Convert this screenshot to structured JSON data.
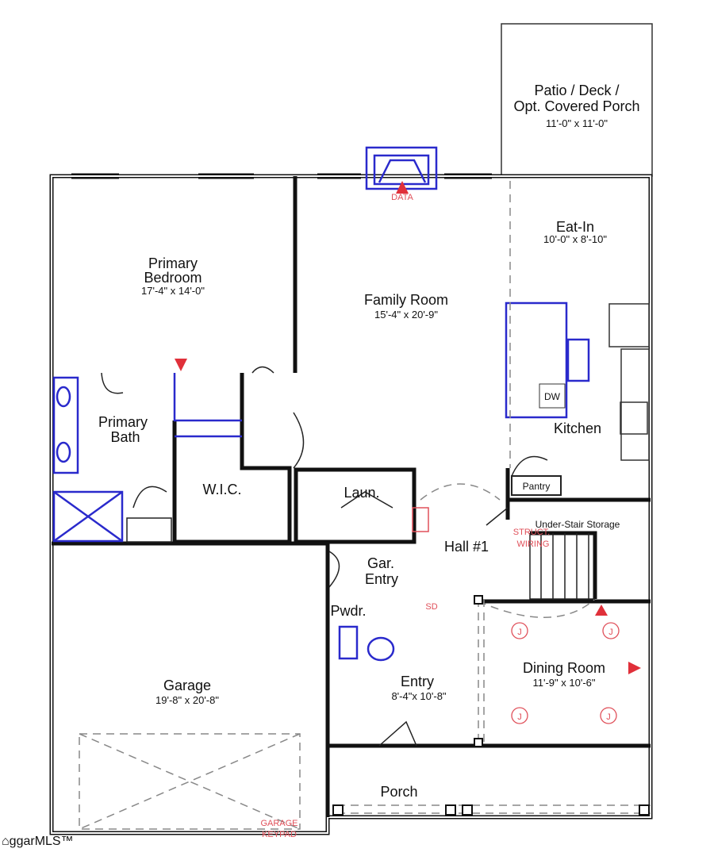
{
  "rooms": {
    "patio": {
      "name_1": "Patio / Deck /",
      "name_2": "Opt. Covered Porch",
      "dims": "11'-0\" x 11'-0\""
    },
    "eat_in": {
      "name": "Eat-In",
      "dims": "10'-0\" x 8'-10\""
    },
    "primary_bedroom": {
      "name_1": "Primary",
      "name_2": "Bedroom",
      "dims": "17'-4\" x 14'-0\""
    },
    "family_room": {
      "name": "Family Room",
      "dims": "15'-4\" x 20'-9\""
    },
    "kitchen": {
      "name": "Kitchen",
      "dw": "DW"
    },
    "pantry": {
      "name": "Pantry"
    },
    "primary_bath": {
      "name_1": "Primary",
      "name_2": "Bath"
    },
    "wic": {
      "name": "W.I.C."
    },
    "laundry": {
      "name": "Laun."
    },
    "hall": {
      "name": "Hall #1"
    },
    "under_stair": {
      "name": "Under-Stair Storage"
    },
    "garage_entry": {
      "name_1": "Gar.",
      "name_2": "Entry"
    },
    "powder": {
      "name": "Pwdr."
    },
    "garage": {
      "name": "Garage",
      "dims": "19'-8\" x 20'-8\""
    },
    "entry": {
      "name": "Entry",
      "dims": "8'-4\"x 10'-8\""
    },
    "dining_room": {
      "name": "Dining Room",
      "dims": "11'-9\" x 10'-6\""
    },
    "porch": {
      "name": "Porch"
    }
  },
  "annotations": {
    "data": "DATA",
    "struct_1": "STRUCT.",
    "struct_2": "WIRING",
    "junction": "J",
    "garage_keypad_1": "GARAGE",
    "garage_keypad_2": "KEYPAD",
    "sd": "SD"
  },
  "colors": {
    "wall": "#111111",
    "fixture": "#2a2acc",
    "electrical": "#e0505a"
  },
  "logo": {
    "text": "ggarMLS™"
  }
}
